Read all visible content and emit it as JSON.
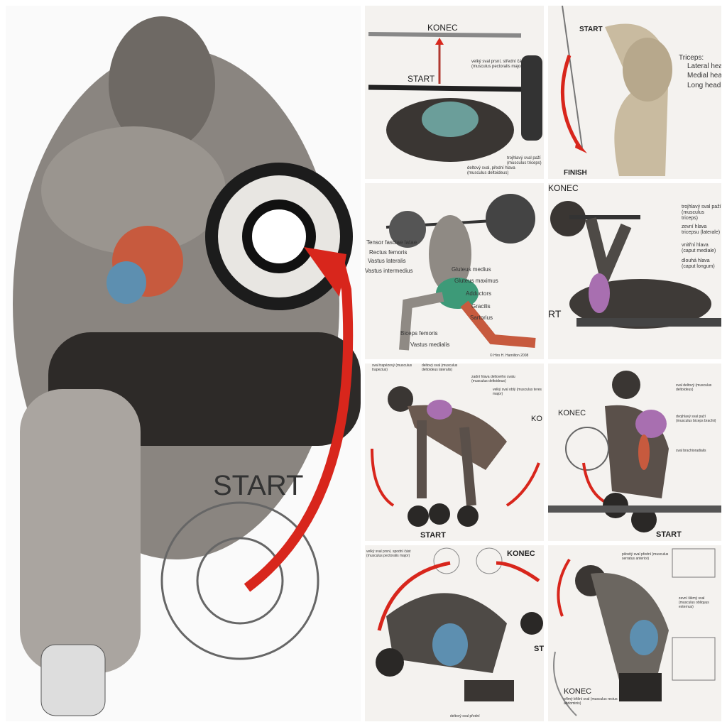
{
  "panels": [
    {
      "id": "dumbbell-concentration-curl",
      "labels": {
        "start": "START"
      }
    },
    {
      "id": "bench-press",
      "labels": {
        "end": "KONEC",
        "start": "START",
        "muscle1": "velký sval prsní, střední část (musculus pectoralis major)",
        "muscle2": "trojhlavý sval paží (musculus triceps)",
        "muscle3": "deltový sval, přední hlava (musculus deltoideus)"
      }
    },
    {
      "id": "triceps-pushdown",
      "labels": {
        "start": "START",
        "finish": "FINISH",
        "group": "Triceps:",
        "lateral": "Lateral head",
        "medial": "Medial head",
        "long": "Long head"
      }
    },
    {
      "id": "barbell-lunge",
      "labels": [
        "Tensor fasciae latae",
        "Rectus femoris",
        "Vastus lateralis",
        "Vastus intermedius",
        "Gluteus medius",
        "Gluteus maximus",
        "Adductors",
        "Gracilis",
        "Sartorius",
        "Biceps femoris",
        "Vastus medialis"
      ],
      "credit": "© Hiro H. Hamilton 2008"
    },
    {
      "id": "lying-triceps-extension",
      "labels": {
        "end": "KONEC",
        "start": "RT",
        "muscle1": "trojhlavý sval paží (musculus triceps)",
        "muscle2": "zevní hlava tricepsu (laterale)",
        "muscle3": "vnitřní hlava (caput mediale)",
        "muscle4": "dlouhá hlava (caput longum)"
      }
    },
    {
      "id": "bent-over-lateral-raise",
      "labels": {
        "end": "KO",
        "start": "START",
        "muscle1": "sval trapézový (musculus trapezius)",
        "muscle2": "deltový sval (musculus deltoideus lateralis)",
        "muscle3": "zadní hlava deltového svalu (musculus deltoideus)",
        "muscle4": "velký sval oblý (musculus teres major)"
      }
    },
    {
      "id": "seated-dumbbell-curl",
      "labels": {
        "end": "KONEC",
        "start": "START",
        "muscle1": "sval deltový (musculus deltoideus)",
        "muscle2": "dvojhlavý sval paží (musculus biceps brachii)",
        "muscle3": "sval brachioradialis"
      }
    },
    {
      "id": "incline-dumbbell-fly",
      "labels": {
        "end": "KONEC",
        "start": "ST",
        "muscle1": "velký sval prsní, spodní část (musculus pectoralis major)",
        "muscle2": "deltový sval přední"
      }
    },
    {
      "id": "cable-crunch",
      "labels": {
        "end": "KONEC",
        "muscle1": "pilovitý sval přední (musculus serratus anterior)",
        "muscle2": "zevní šikmý sval (musculus obliquus externus)",
        "muscle3": "přímý břišní sval (musculus rectus abdominis)"
      }
    }
  ],
  "colors": {
    "arrow": "#d8261c",
    "skin": "#6b6660",
    "muscle_red": "#c75a3e",
    "muscle_blue": "#5d8fb0",
    "muscle_purple": "#a86fb0",
    "muscle_green": "#3d9a78"
  }
}
